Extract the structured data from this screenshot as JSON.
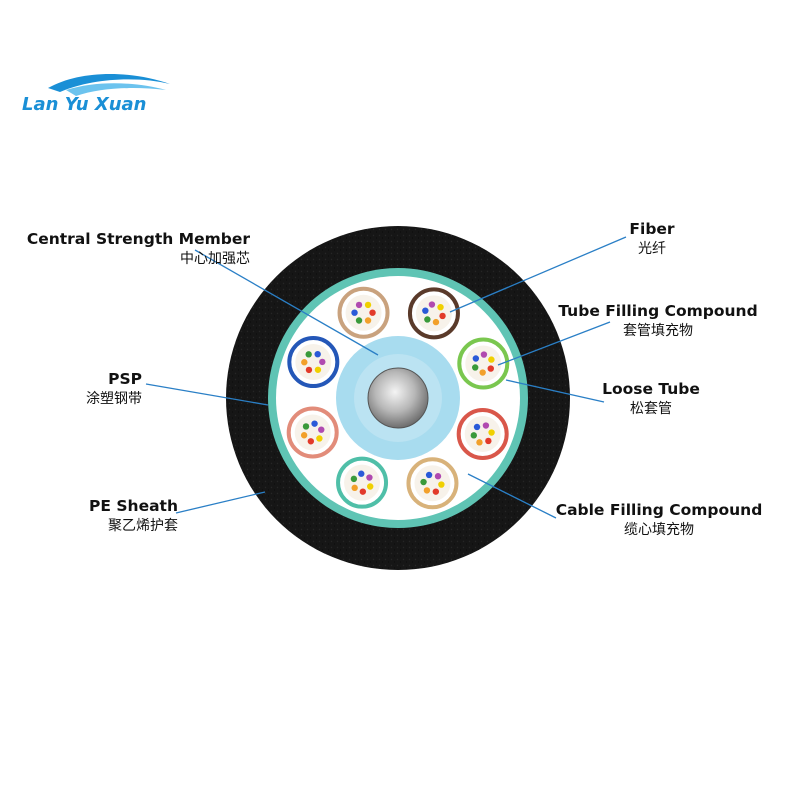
{
  "logo": {
    "text": "Lan Yu Xuan"
  },
  "labels": {
    "central_strength_member": {
      "en": "Central Strength Member",
      "zh": "中心加强芯"
    },
    "psp": {
      "en": "PSP",
      "zh": "涂塑钢带"
    },
    "pe_sheath": {
      "en": "PE Sheath",
      "zh": "聚乙烯护套"
    },
    "fiber": {
      "en": "Fiber",
      "zh": "光纤"
    },
    "tube_filling_compound": {
      "en": "Tube Filling Compound",
      "zh": "套管填充物"
    },
    "loose_tube": {
      "en": "Loose Tube",
      "zh": "松套管"
    },
    "cable_filling_compound": {
      "en": "Cable Filling Compound",
      "zh": "缆心填充物"
    }
  },
  "colors": {
    "sheath": "#141414",
    "psp_ring": "#5fc4b4",
    "leader": "#2a7fc6",
    "core_gel": "#a8dcef",
    "logo": "#1a8fd6"
  },
  "loose_tube_colors": [
    "#c9a27e",
    "#5a3a2a",
    "#7ac74f",
    "#d9574a",
    "#d8b27a",
    "#4fbfa8",
    "#e28c7a",
    "#2457b8"
  ]
}
